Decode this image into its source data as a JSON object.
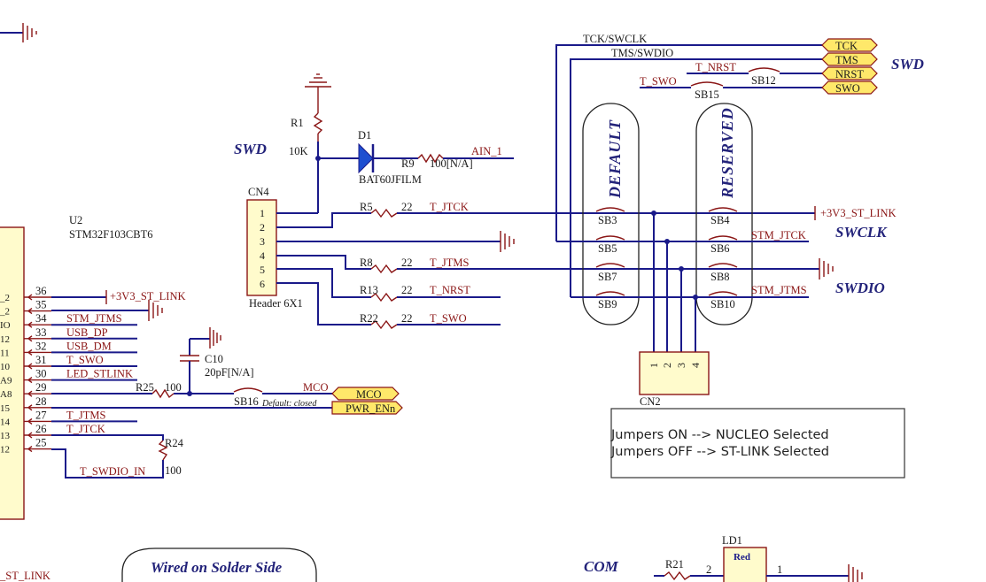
{
  "components": {
    "r1": {
      "ref": "R1",
      "value": "10K"
    },
    "d1": {
      "ref": "D1",
      "part": "BAT60JFILM"
    },
    "r9": {
      "ref": "R9",
      "value": "100[N/A]"
    },
    "ain": {
      "net": "AIN_1"
    },
    "cn4": {
      "ref": "CN4",
      "part": "Header 6X1",
      "pins": [
        "1",
        "2",
        "3",
        "4",
        "5",
        "6"
      ]
    },
    "u2": {
      "ref": "U2",
      "part": "STM32F103CBT6"
    },
    "r5": {
      "ref": "R5",
      "value": "22"
    },
    "r8": {
      "ref": "R8",
      "value": "22"
    },
    "r13": {
      "ref": "R13",
      "value": "22"
    },
    "r22": {
      "ref": "R22",
      "value": "22"
    },
    "c10": {
      "ref": "C10",
      "value": "20pF[N/A]"
    },
    "r25": {
      "ref": "R25",
      "value": "100"
    },
    "r24": {
      "ref": "R24",
      "value": "100"
    },
    "sb16": {
      "ref": "SB16",
      "note": "Default: closed"
    },
    "cn2": {
      "ref": "CN2",
      "pins": [
        "1",
        "2",
        "3",
        "4"
      ]
    },
    "ld1": {
      "ref": "LD1",
      "color": "Red",
      "pin2": "2",
      "pin1": "1"
    },
    "r21": {
      "ref": "R21"
    }
  },
  "nets": {
    "tck_swclk": "TCK/SWCLK",
    "tms_swdio": "TMS/SWDIO",
    "t_nrst": "T_NRST",
    "t_swo": "T_SWO",
    "t_jtck": "T_JTCK",
    "t_jtms": "T_JTMS",
    "stm_jtck": "STM_JTCK",
    "stm_jtms": "STM_JTMS",
    "v33": "+3V3_ST_LINK",
    "mco": "MCO",
    "t_swdio_in": "T_SWDIO_IN",
    "st_link": "_ST_LINK"
  },
  "ports": {
    "tck": "TCK",
    "tms": "TMS",
    "nrst": "NRST",
    "swo": "SWO",
    "mco": "MCO",
    "pwr_en": "PWR_ENn"
  },
  "bridges": {
    "sb12": "SB12",
    "sb15": "SB15",
    "sb3": "SB3",
    "sb4": "SB4",
    "sb5": "SB5",
    "sb6": "SB6",
    "sb7": "SB7",
    "sb8": "SB8",
    "sb9": "SB9",
    "sb10": "SB10"
  },
  "labels": {
    "swd_top_right": "SWD",
    "swd_left": "SWD",
    "swclk": "SWCLK",
    "swdio": "SWDIO",
    "default": "DEFAULT",
    "reserved": "RESERVED",
    "wired_on_solder_side": "Wired on Solder Side",
    "com": "COM"
  },
  "note": {
    "line1": "Jumpers ON  --> NUCLEO Selected",
    "line2": "Jumpers OFF --> ST-LINK Selected"
  },
  "u2_pins": {
    "numbers": [
      "36",
      "35",
      "34",
      "33",
      "32",
      "31",
      "30",
      "29",
      "28",
      "27",
      "26",
      "25"
    ],
    "names": [
      "_2",
      "_2",
      "IO",
      "12",
      "11",
      "10",
      "A9",
      "A8",
      "15",
      "14",
      "13",
      "12"
    ],
    "nets": [
      "+3V3_ST_LINK",
      "",
      "STM_JTMS",
      "USB_DP",
      "USB_DM",
      "T_SWO",
      "LED_STLINK",
      "",
      "",
      "T_JTMS",
      "T_JTCK",
      ""
    ]
  }
}
